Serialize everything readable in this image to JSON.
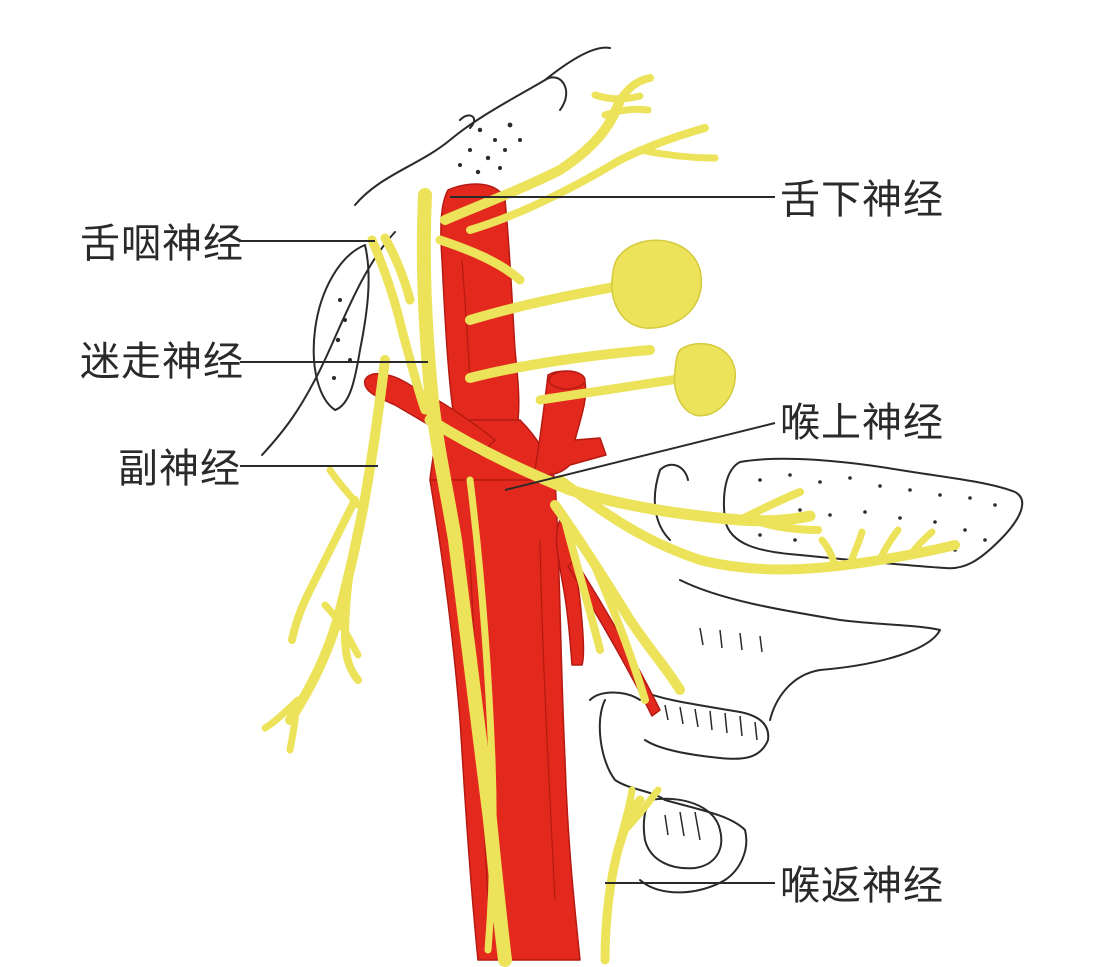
{
  "labels": {
    "hypoglossal": "舌下神经",
    "glossopharyngeal": "舌咽神经",
    "vagus": "迷走神经",
    "superior_laryngeal": "喉上神经",
    "accessory": "副神经",
    "recurrent_laryngeal": "喉返神经"
  },
  "colors": {
    "nerve": "#ece35a",
    "artery": "#e3291d",
    "outline": "#2a2a2a",
    "bone_fill": "#ffffff"
  }
}
